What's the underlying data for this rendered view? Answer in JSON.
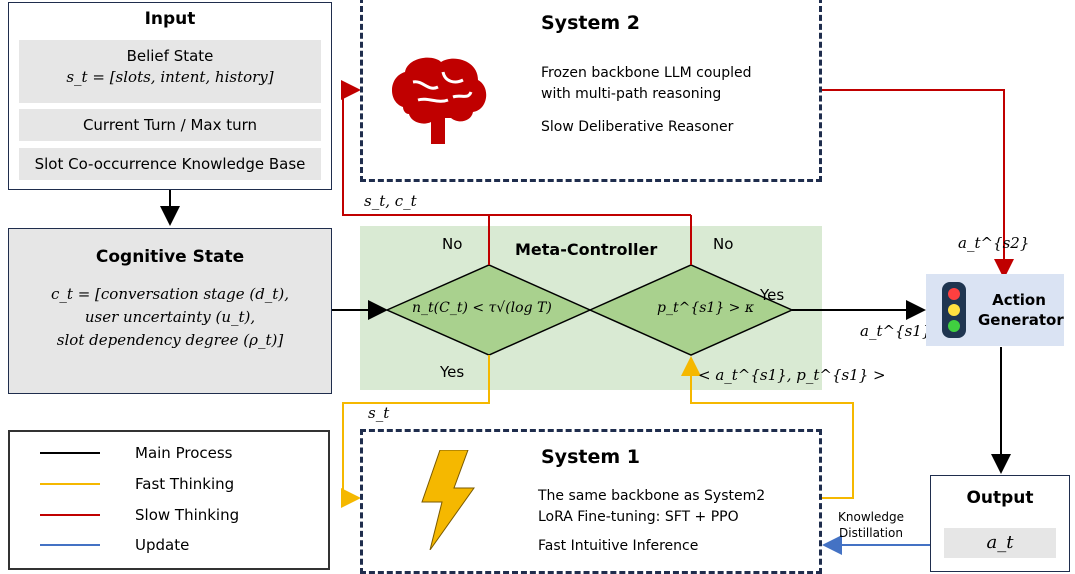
{
  "input": {
    "title": "Input",
    "belief_title": "Belief State",
    "belief_formula": "s_t = [slots, intent, history]",
    "turn": "Current Turn / Max turn",
    "kb": "Slot Co-occurrence Knowledge Base"
  },
  "cognitive": {
    "title": "Cognitive State",
    "line1": "c_t = [conversation stage (d_t),",
    "line2": "user uncertainty (u_t),",
    "line3": "slot dependency degree (ρ_t)]"
  },
  "system2": {
    "title": "System 2",
    "desc1": "Frozen backbone LLM coupled",
    "desc2": "with multi-path reasoning",
    "desc3": "Slow Deliberative Reasoner"
  },
  "system1": {
    "title": "System 1",
    "desc1": "The same backbone as System2",
    "desc2": "LoRA Fine-tuning: SFT + PPO",
    "desc3": "Fast Intuitive Inference"
  },
  "meta": {
    "title": "Meta-Controller",
    "cond1": "n_t(C_t) < τ√(log T)",
    "cond2": "p_t^{s1} > κ",
    "no1": "No",
    "no2": "No",
    "yes1": "Yes",
    "yes2": "Yes"
  },
  "labels": {
    "st_ct": "s_t, c_t",
    "st": "s_t",
    "a_s2": "a_t^{s2}",
    "a_s1": "a_t^{s1}",
    "pair": "< a_t^{s1}, p_t^{s1} >",
    "kd1": "Knowledge",
    "kd2": "Distillation"
  },
  "action": {
    "line1": "Action",
    "line2": "Generator"
  },
  "output": {
    "title": "Output",
    "value": "a_t"
  },
  "legend": [
    {
      "label": "Main Process",
      "color": "#000000"
    },
    {
      "label": "Fast Thinking",
      "color": "#f5b800"
    },
    {
      "label": "Slow Thinking",
      "color": "#c00000"
    },
    {
      "label": "Update",
      "color": "#4472c4"
    }
  ]
}
